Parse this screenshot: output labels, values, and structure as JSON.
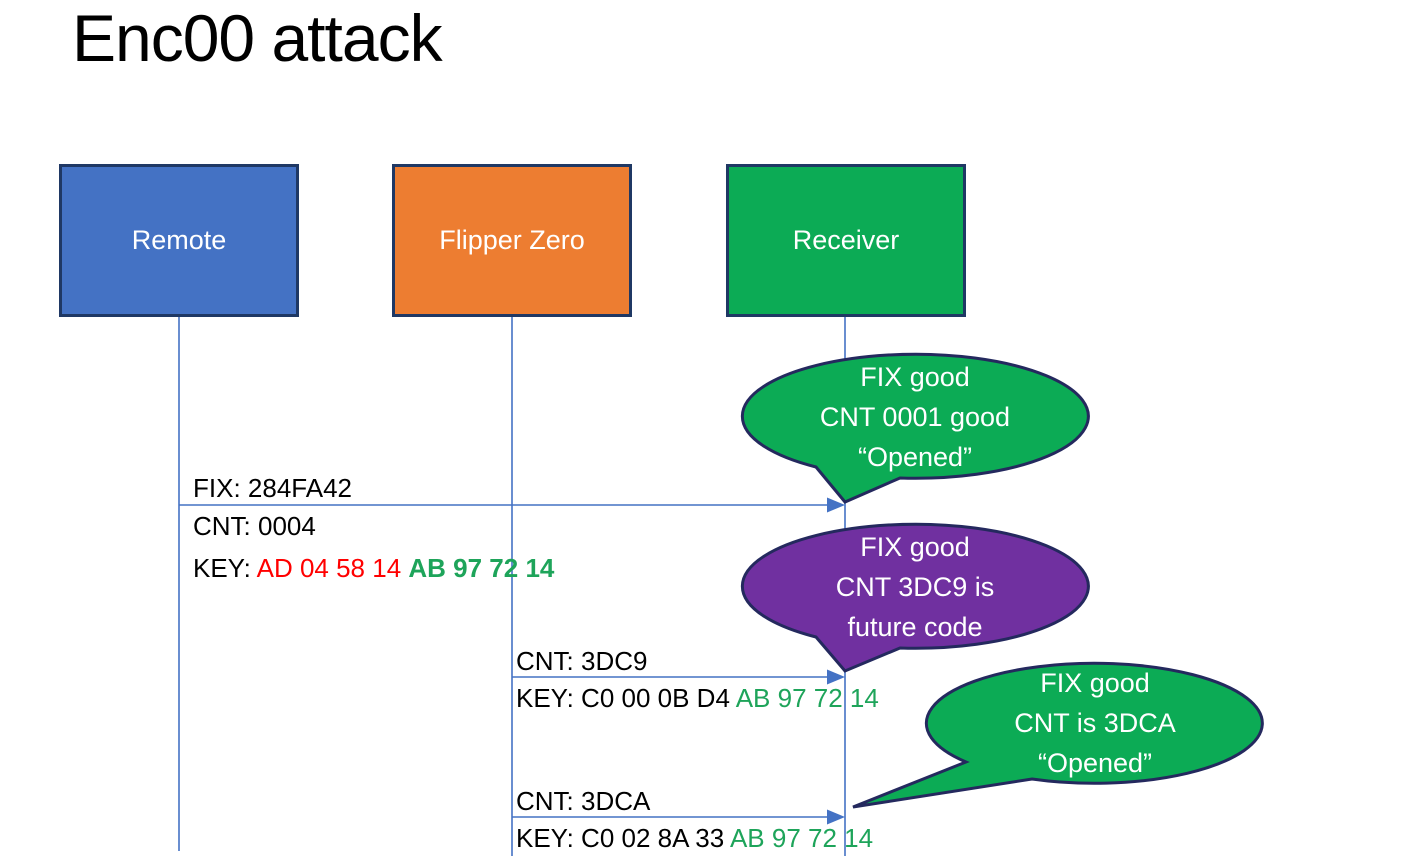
{
  "title": "Enc00 attack",
  "actors": [
    {
      "id": "remote",
      "label": "Remote",
      "fill": "#4472C4"
    },
    {
      "id": "flipper-zero",
      "label": "Flipper Zero",
      "fill": "#ED7D31"
    },
    {
      "id": "receiver",
      "label": "Receiver",
      "fill": "#0CAB55"
    }
  ],
  "messages": [
    {
      "from": "Remote",
      "to": "Receiver",
      "fix": "FIX: 284FA42",
      "cnt": "CNT: 0004",
      "key_prefix": "KEY: ",
      "key_mid": "AD 04 58 14 ",
      "key_tail": "AB 97 72 14"
    },
    {
      "from": "Flipper Zero",
      "to": "Receiver",
      "cnt": "CNT: 3DC9",
      "key_prefix": "KEY: ",
      "key_mid": "C0 00 0B D4 ",
      "key_tail": "AB 97 72 14"
    },
    {
      "from": "Flipper Zero",
      "to": "Receiver",
      "cnt": "CNT: 3DCA",
      "key_prefix": "KEY: ",
      "key_mid": "C0 02 8A 33 ",
      "key_tail": "AB 97 72 14"
    }
  ],
  "callouts": [
    {
      "line1": "FIX good",
      "line2": "CNT 0001 good",
      "line3": "“Opened”",
      "color": "#0CAB55"
    },
    {
      "line1": "FIX good",
      "line2": "CNT 3DC9 is",
      "line3": "future code",
      "color": "#7030A0"
    },
    {
      "line1": "FIX good",
      "line2": "CNT is 3DCA",
      "line3": "“Opened”",
      "color": "#0CAB55"
    }
  ],
  "colors": {
    "remote_fill": "#4472C4",
    "flipper_fill": "#ED7D31",
    "receiver_fill": "#0CAB55",
    "callout_green": "#0CAB55",
    "callout_purple": "#7030A0",
    "outline_navy": "#1F3864",
    "connector_blue": "#4472C4",
    "key_red": "#FF0000",
    "key_green": "#1EA45A",
    "title_color": "#000000"
  }
}
